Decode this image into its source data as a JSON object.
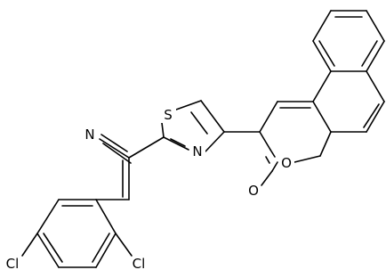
{
  "structure": {
    "atoms": {
      "nitrile_n": "N",
      "thiazole_s": "S",
      "thiazole_n": "N",
      "pyranone_o": "O",
      "carbonyl_o": "O",
      "chloro_left": "Cl",
      "chloro_right": "Cl"
    },
    "colors": {
      "bond": "#000000",
      "label": "#000000",
      "background": "#ffffff"
    }
  }
}
